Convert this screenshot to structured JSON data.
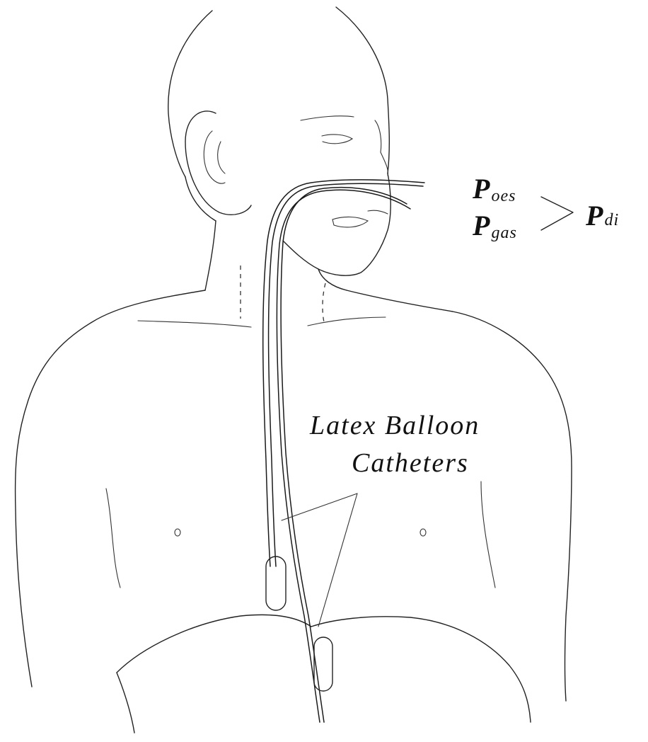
{
  "labels": {
    "catheter_label_line1": "Latex Balloon",
    "catheter_label_line2": "Catheters",
    "p_symbol": "P",
    "oes_sub": "oes",
    "gas_sub": "gas",
    "di_sub": "di"
  }
}
